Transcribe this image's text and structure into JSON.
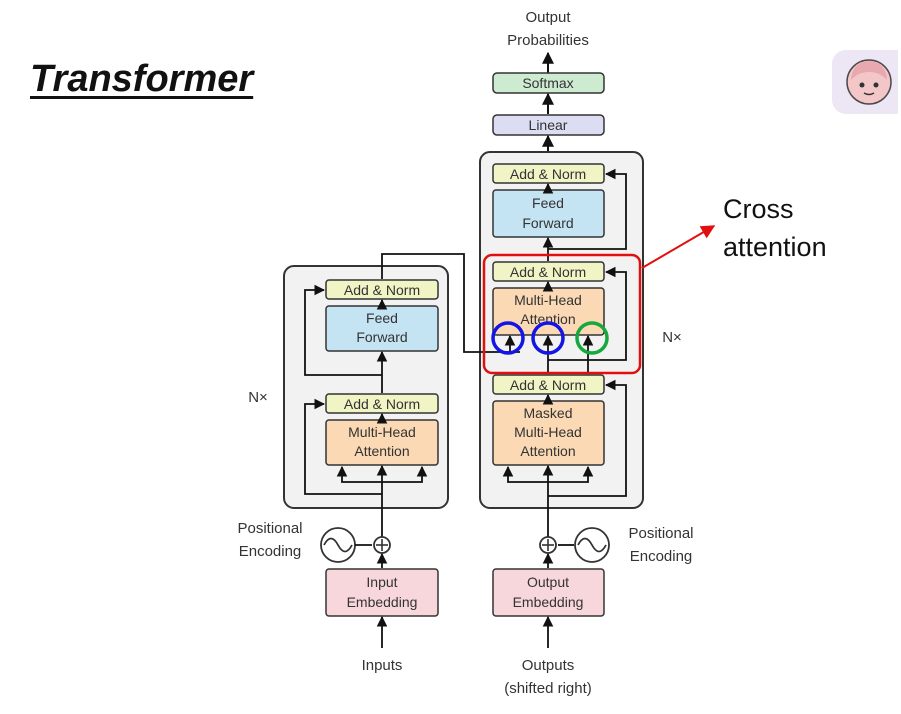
{
  "title": "Transformer",
  "callout": {
    "line1": "Cross",
    "line2": "attention"
  },
  "colors": {
    "add_norm": "#f1f4c4",
    "feed_forward": "#c4e4f4",
    "attention": "#fbd9b4",
    "embedding": "#f8d7dc",
    "linear": "#dcdcf2",
    "softmax": "#cdebd1",
    "stack_bg": "#f2f2f2",
    "highlight_red": "#e01010",
    "circle_blue": "#1414e6",
    "circle_green": "#16a83c"
  },
  "labels": {
    "output_line1": "Output",
    "output_line2": "Probabilities",
    "softmax": "Softmax",
    "linear": "Linear",
    "add_norm": "Add & Norm",
    "feed_line1": "Feed",
    "feed_line2": "Forward",
    "mha_line1": "Multi-Head",
    "mha_line2": "Attention",
    "masked": "Masked",
    "nx": "N×",
    "pos_line1": "Positional",
    "pos_line2": "Encoding",
    "input_line1": "Input",
    "output_emb_line1": "Output",
    "embedding": "Embedding",
    "inputs": "Inputs",
    "outputs": "Outputs",
    "shifted": "(shifted right)"
  },
  "icons": [
    "avatar-icon",
    "sine-wave-icon",
    "add-circle-icon",
    "arrow-icon"
  ]
}
